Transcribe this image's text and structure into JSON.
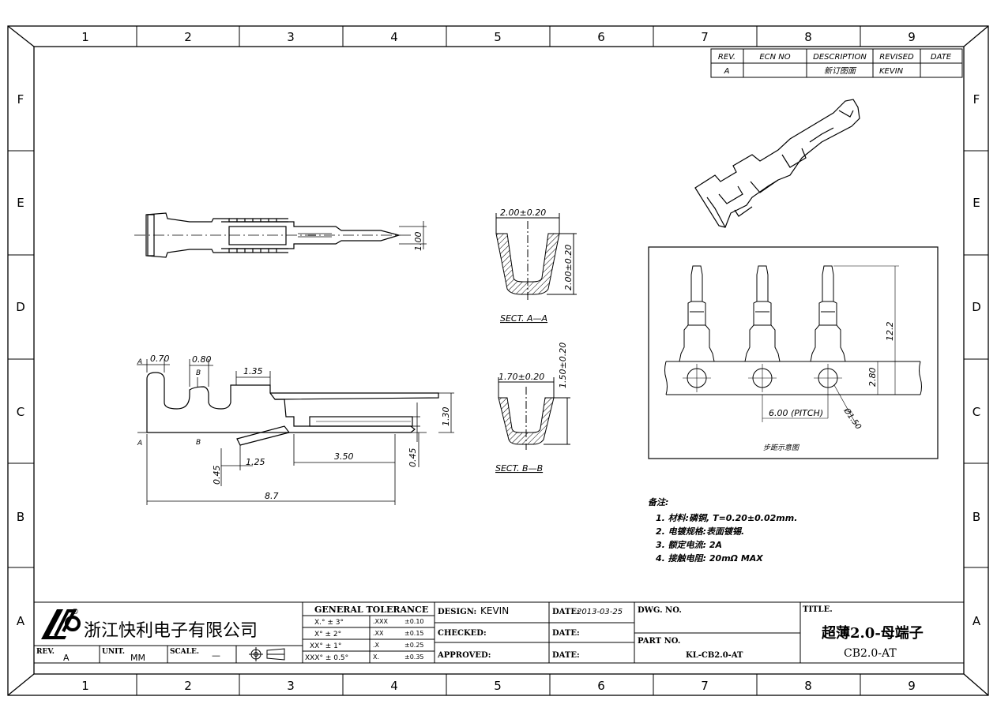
{
  "grid": {
    "cols": [
      "1",
      "2",
      "3",
      "4",
      "5",
      "6",
      "7",
      "8",
      "9"
    ],
    "rows": [
      "F",
      "E",
      "D",
      "C",
      "B",
      "A"
    ]
  },
  "revision_table": {
    "headers": [
      "REV.",
      "ECN NO",
      "DESCRIPTION",
      "REVISED",
      "DATE"
    ],
    "row": [
      "A",
      "",
      "新订图面",
      "KEVIN",
      ""
    ]
  },
  "top_view": {
    "dim_width": "1.00"
  },
  "side_view": {
    "dims": {
      "d070": "0.70",
      "d080": "0.80",
      "d135": "1.35",
      "d130": "1.30",
      "d045a": "0.45",
      "d125": "1.25",
      "d350": "3.50",
      "d045b": "0.45",
      "d87": "8.7"
    },
    "sect_marks": [
      "A",
      "A",
      "B",
      "B"
    ]
  },
  "section_a": {
    "width": "2.00±0.20",
    "height": "2.00±0.20",
    "label": "SECT. A—A"
  },
  "section_b": {
    "width": "1.70±0.20",
    "height": "1.50±0.20",
    "label": "SECT. B—B"
  },
  "pitch_diagram": {
    "height": "12.2",
    "strip": "2.80",
    "pitch": "6.00 (PITCH)",
    "hole": "Ø1.50",
    "caption": "步距示意图"
  },
  "notes": {
    "title": "备注:",
    "items": [
      "1. 材料:磷铜, T=0.20±0.02mm.",
      "2. 电镀规格:表面镀锡.",
      "3. 额定电流: 2A",
      "4. 接触电阻: 20mΩ MAX"
    ]
  },
  "title_block": {
    "company": "浙江快利电子有限公司",
    "registered": "®",
    "rev_label": "REV.",
    "rev_value": "A",
    "unit_label": "UNIT.",
    "unit_value": "MM",
    "scale_label": "SCALE.",
    "scale_value": "—",
    "tolerance_title": "GENERAL TOLERANCE",
    "tol_angles": [
      "X.° ± 3°",
      "X° ± 2°",
      "XX° ± 1°",
      "XXX° ± 0.5°"
    ],
    "tol_precision": [
      [
        ".XXX",
        "±0.10"
      ],
      [
        ".XX",
        "±0.15"
      ],
      [
        ".X",
        "±0.25"
      ],
      [
        "X.",
        "±0.35"
      ]
    ],
    "design_label": "DESIGN:",
    "design_value": "KEVIN",
    "checked_label": "CHECKED:",
    "approved_label": "APPROVED:",
    "date_label": "DATE:",
    "date_value": "2013-03-25",
    "dwg_no_label": "DWG. NO.",
    "part_no_label": "PART NO.",
    "part_no_value": "KL-CB2.0-AT",
    "title_label": "TITLE.",
    "title_cn": "超薄2.0-母端子",
    "title_code": "CB2.0-AT"
  }
}
